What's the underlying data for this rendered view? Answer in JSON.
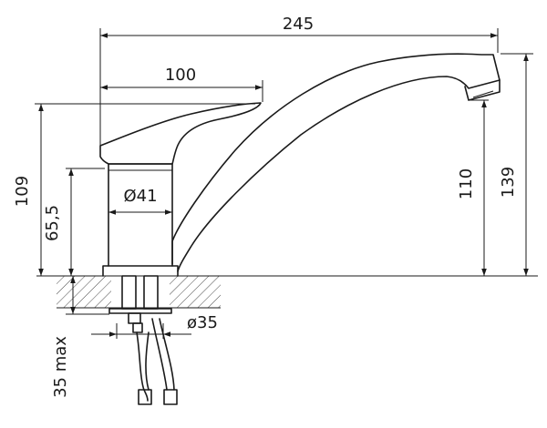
{
  "drawing": {
    "dimensions": {
      "overall_length": "245",
      "handle_length": "100",
      "height_total": "109",
      "body_height": "65,5",
      "body_diameter": "Ø41",
      "spout_outlet_height": "110",
      "spout_top_height": "139",
      "base_diameter": "ø35",
      "mount_thickness_max": "35 max"
    }
  }
}
